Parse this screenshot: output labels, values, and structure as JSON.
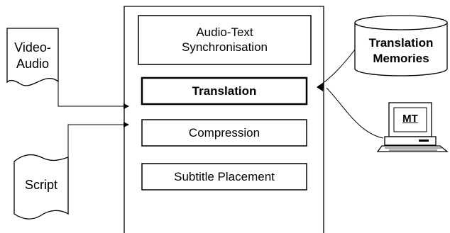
{
  "process": {
    "steps": [
      {
        "label": "Audio-Text\nSynchronisation",
        "bold": false
      },
      {
        "label": "Translation",
        "bold": true
      },
      {
        "label": "Compression",
        "bold": false
      },
      {
        "label": "Subtitle Placement",
        "bold": false
      }
    ]
  },
  "inputs": {
    "video_audio": "Video-\nAudio",
    "script": "Script"
  },
  "resources": {
    "translation_memories": "Translation\nMemories",
    "mt": "MT"
  }
}
